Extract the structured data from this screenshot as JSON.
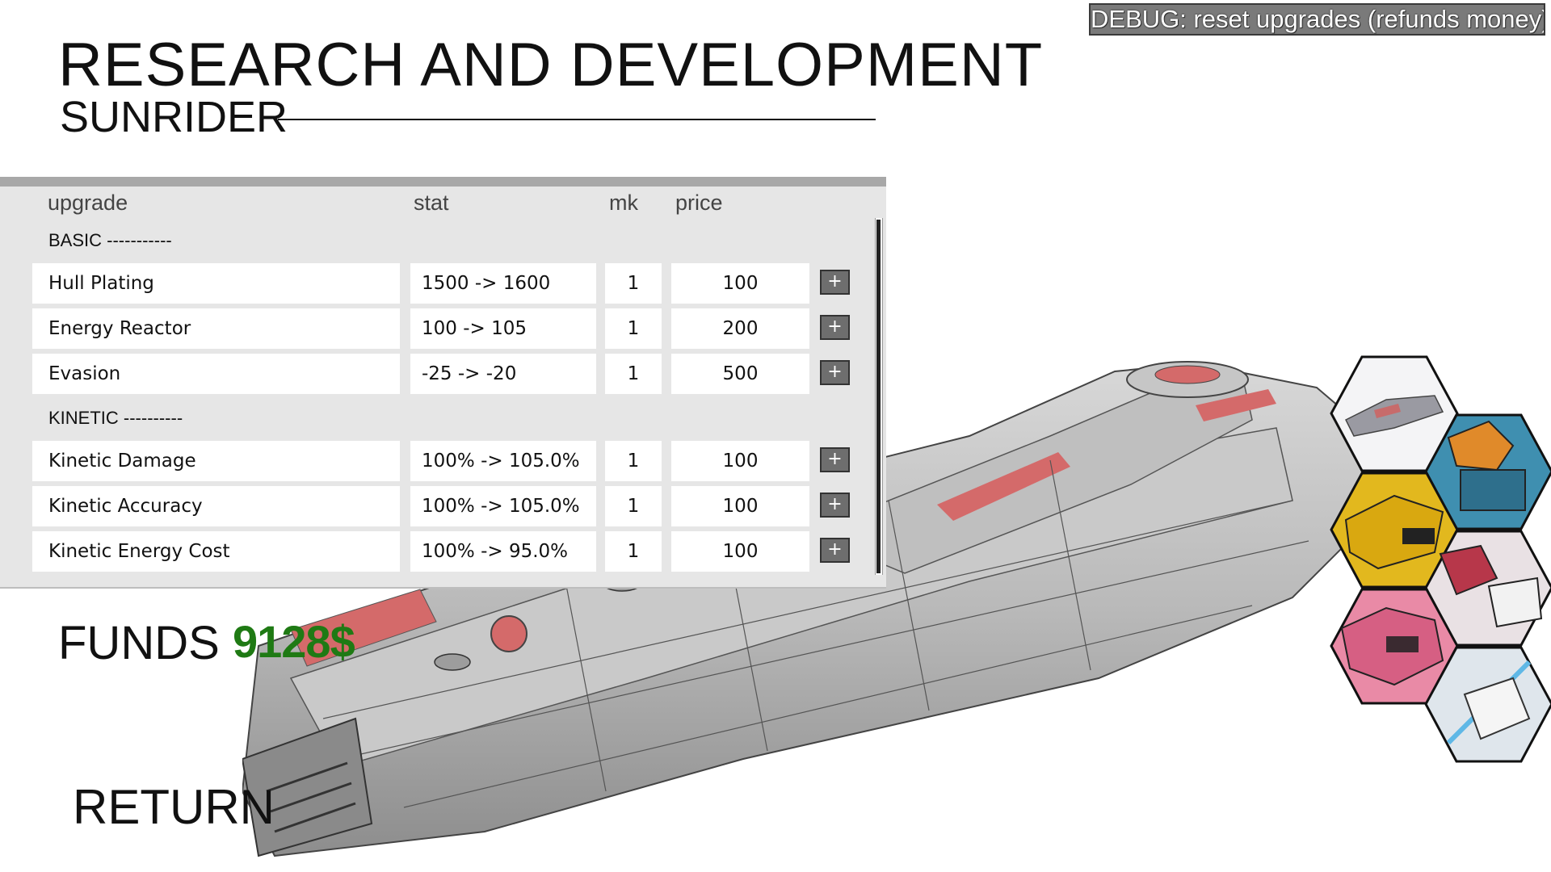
{
  "debug_button": "DEBUG: reset upgrades (refunds money)",
  "title": "RESEARCH AND DEVELOPMENT",
  "subtitle": "SUNRIDER",
  "table": {
    "headers": {
      "upgrade": "upgrade",
      "stat": "stat",
      "mk": "mk",
      "price": "price"
    },
    "plus_label": "+",
    "sections": [
      {
        "label": "BASIC -----------",
        "rows": [
          {
            "name": "Hull Plating",
            "stat": "1500 -> 1600",
            "mk": "1",
            "price": "100"
          },
          {
            "name": "Energy Reactor",
            "stat": "100 -> 105",
            "mk": "1",
            "price": "200"
          },
          {
            "name": "Evasion",
            "stat": "-25 -> -20",
            "mk": "1",
            "price": "500"
          }
        ]
      },
      {
        "label": "KINETIC ----------",
        "rows": [
          {
            "name": "Kinetic Damage",
            "stat": "100% -> 105.0%",
            "mk": "1",
            "price": "100"
          },
          {
            "name": "Kinetic Accuracy",
            "stat": "100% -> 105.0%",
            "mk": "1",
            "price": "100"
          },
          {
            "name": "Kinetic Energy Cost",
            "stat": "100% -> 95.0%",
            "mk": "1",
            "price": "100"
          }
        ]
      }
    ]
  },
  "funds": {
    "label": "FUNDS",
    "value": "9128$"
  },
  "return_label": "RETURN",
  "colors": {
    "funds_green": "#1f7a14",
    "panel_bg": "#e6e6e6",
    "ship_accent": "#d46a6a"
  },
  "ship_selector": [
    {
      "icon": "sunrider-ship-icon"
    },
    {
      "icon": "blue-mech-icon"
    },
    {
      "icon": "yellow-mech-icon"
    },
    {
      "icon": "red-white-mech-icon"
    },
    {
      "icon": "pink-mech-icon"
    },
    {
      "icon": "white-mech-icon"
    }
  ]
}
